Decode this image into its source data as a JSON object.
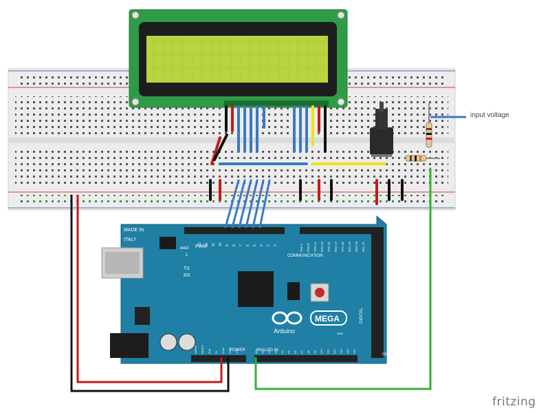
{
  "annotation": {
    "input_voltage": "input voltage"
  },
  "brand": {
    "fritzing": "fritzing"
  },
  "arduino": {
    "made_in": "MADE IN",
    "italy": "ITALY",
    "aref": "AREF",
    "gnd": "GND",
    "pwm": "PWM",
    "l": "L",
    "tx": "TX",
    "rx": "RX",
    "communication": "COMMUNICATION",
    "digital": "DIGITAL",
    "power": "POWER",
    "analog_in": "ANALOG IN",
    "mega": "MEGA",
    "logo_text": "Arduino",
    "small": "2560",
    "pwm_pins": [
      "13",
      "12",
      "11",
      "10",
      "9",
      "8",
      "7",
      "6",
      "5",
      "4",
      "3",
      "2"
    ],
    "comm_pins": [
      "TX0 1",
      "RX0 0",
      "TX3 14",
      "RX3 15",
      "TX2 16",
      "RX2 17",
      "TX1 18",
      "RX1 19",
      "SDA 20",
      "SCL 21"
    ],
    "power_pins": [
      "IOREF",
      "RESET",
      "3V3",
      "5V",
      "GND",
      "GND",
      "VIN"
    ],
    "analog_pins": [
      "A0",
      "A1",
      "A2",
      "A3",
      "A4",
      "A5",
      "A6",
      "A7",
      "A8",
      "A9",
      "A10",
      "A11",
      "A12",
      "A13",
      "A14",
      "A15"
    ]
  },
  "colors": {
    "board": "#1f7fa4",
    "board_dark": "#15617f",
    "lcd_pcb": "#2f9b46",
    "lcd_screen": "#b8d43f",
    "breadboard": "#eeeeee",
    "wire_blue": "#3b78c2",
    "wire_red": "#c11a1a",
    "wire_black": "#111111",
    "wire_yellow": "#f1e319",
    "wire_green": "#34b03a",
    "rail_red": "#d23b3b",
    "rail_blue": "#4c6fc0"
  }
}
